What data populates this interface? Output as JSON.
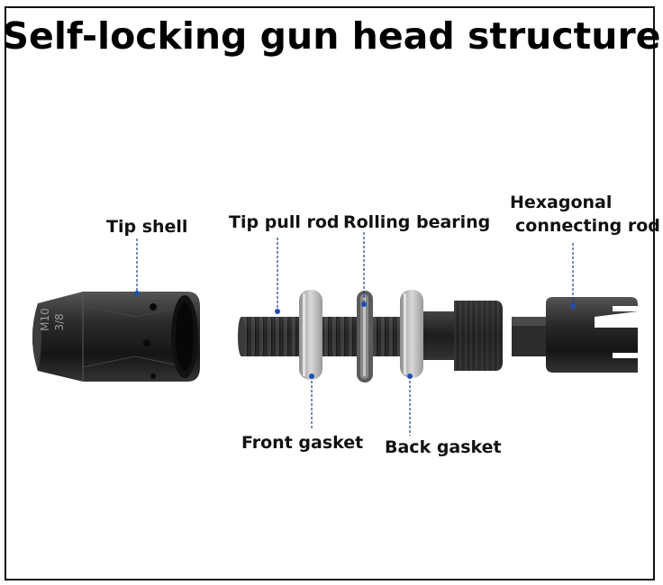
{
  "title": "Self-locking gun head structure",
  "labels": {
    "tip_shell": "Tip shell",
    "tip_pull_rod": "Tip pull rod",
    "rolling_bearing": "Rolling bearing",
    "hex_rod_line1": "Hexagonal",
    "hex_rod_line2": "connecting rod",
    "front_gasket": "Front gasket",
    "back_gasket": "Back gasket"
  },
  "shell_engraving": {
    "line1": "M10",
    "line2": "3/8"
  },
  "colors": {
    "leader_line": "#1a3f8f",
    "leader_dot": "#1f4fb5",
    "metal_dark": "#222222",
    "washer_silver": "#b9b9b9"
  }
}
